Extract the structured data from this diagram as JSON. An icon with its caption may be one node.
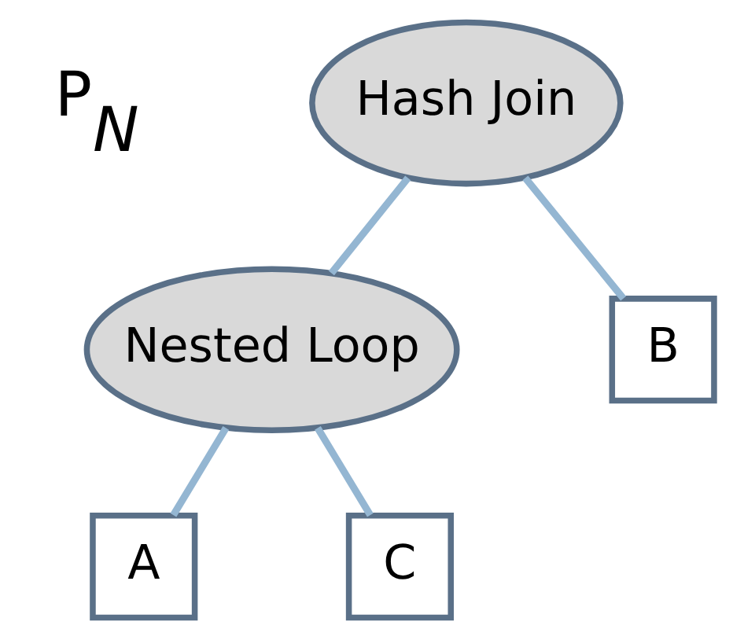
{
  "diagram": {
    "nodes": [
      {
        "text": [
          "Hash Join"
        ]
      },
      {
        "text": [
          "Nested Loop"
        ]
      },
      {
        "text": [
          "B"
        ]
      },
      {
        "text": [
          "A"
        ]
      },
      {
        "text": [
          "C"
        ]
      }
    ],
    "edges": [
      {
        "from": 0,
        "to": 1,
        "arrow": "none"
      },
      {
        "from": 0,
        "to": 2,
        "arrow": "none"
      },
      {
        "from": 1,
        "to": 3,
        "arrow": "none"
      },
      {
        "from": 1,
        "to": 4,
        "arrow": "none"
      }
    ],
    "labels": [
      "P$_{N}$"
    ]
  }
}
